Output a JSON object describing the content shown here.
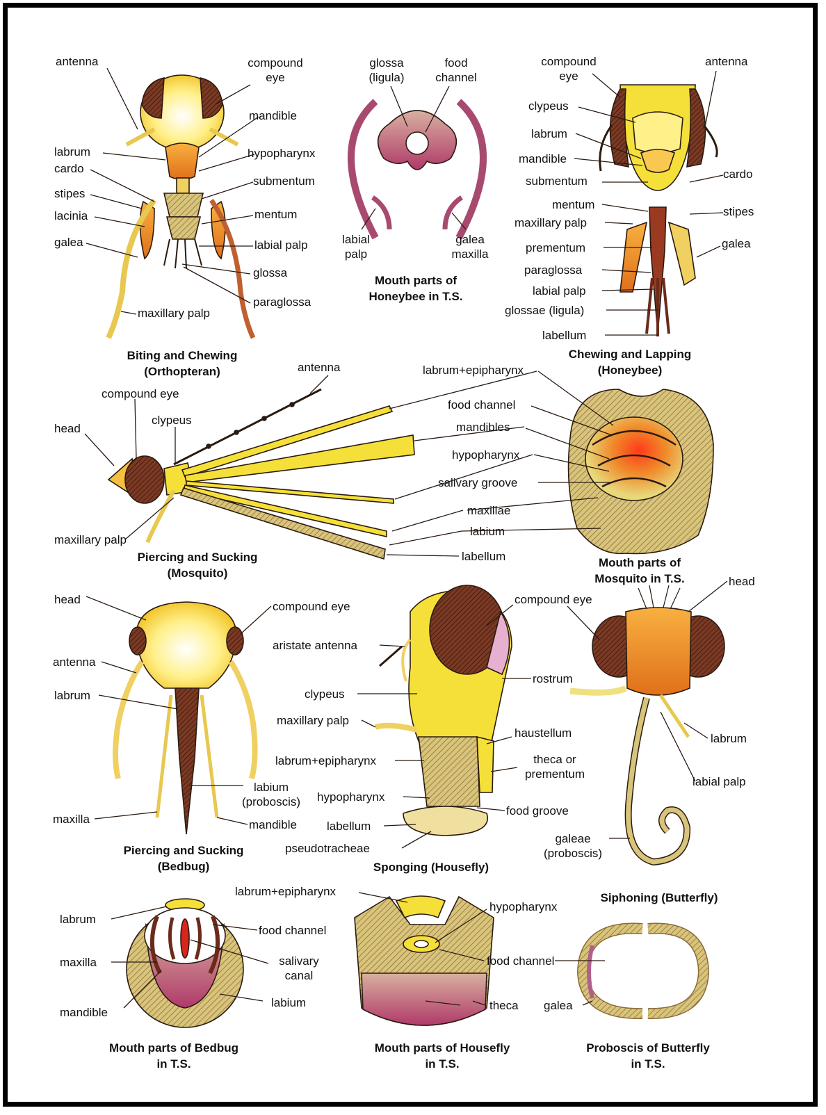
{
  "colors": {
    "yellow": "#f5e03a",
    "pale": "#fff6b0",
    "orange": "#e8882a",
    "brown": "#6b2a1a",
    "red": "#d9261c",
    "purple": "#b0608c",
    "outline": "#2a1a10"
  },
  "panels": {
    "orthopteran": {
      "caption": "Biting and Chewing\n(Orthopteran)",
      "labels": {
        "antenna": "antenna",
        "compound_eye": "compound\neye",
        "mandible": "mandible",
        "labrum": "labrum",
        "hypopharynx": "hypopharynx",
        "cardo": "cardo",
        "submentum": "submentum",
        "stipes": "stipes",
        "lacinia": "lacinia",
        "mentum": "mentum",
        "galea": "galea",
        "labial_palp": "labial palp",
        "glossa": "glossa",
        "paraglossa": "paraglossa",
        "maxillary_palp": "maxillary palp"
      }
    },
    "honeybee_ts": {
      "caption": "Mouth parts of\nHoneybee in T.S.",
      "labels": {
        "glossa": "glossa\n(ligula)",
        "food_channel": "food\nchannel",
        "labial_palp": "labial\npalp",
        "galea_maxilla": "galea\nmaxilla"
      }
    },
    "honeybee": {
      "caption": "Chewing and Lapping\n(Honeybee)",
      "labels": {
        "compound_eye": "compound\neye",
        "antenna": "antenna",
        "clypeus": "clypeus",
        "labrum": "labrum",
        "mandible": "mandible",
        "submentum": "submentum",
        "cardo": "cardo",
        "mentum": "mentum",
        "stipes": "stipes",
        "maxillary_palp": "maxillary palp",
        "galea": "galea",
        "prementum": "prementum",
        "paraglossa": "paraglossa",
        "labial_palp": "labial palp",
        "glossae": "glossae (ligula)",
        "labellum": "labellum"
      }
    },
    "mosquito": {
      "caption": "Piercing and Sucking\n(Mosquito)",
      "labels": {
        "antenna": "antenna",
        "compound_eye": "compound eye",
        "clypeus": "clypeus",
        "head": "head",
        "maxillary_palp": "maxillary palp",
        "labrum_epipharynx": "labrum+epipharynx",
        "food_channel": "food channel",
        "mandibles": "mandibles",
        "hypopharynx": "hypopharynx",
        "salivary_groove": "salivary groove",
        "maxillae": "maxillae",
        "labium": "labium",
        "labellum": "labellum"
      }
    },
    "mosquito_ts": {
      "caption": "Mouth parts of\nMosquito in T.S."
    },
    "bedbug": {
      "caption": "Piercing and Sucking\n(Bedbug)",
      "labels": {
        "head": "head",
        "compound_eye": "compound eye",
        "antenna": "antenna",
        "labrum": "labrum",
        "labium": "labium\n(proboscis)",
        "maxilla": "maxilla",
        "mandible": "mandible"
      }
    },
    "housefly": {
      "caption": "Sponging (Housefly)",
      "labels": {
        "compound_eye": "compound eye",
        "aristate_antenna": "aristate antenna",
        "rostrum": "rostrum",
        "clypeus": "clypeus",
        "maxillary_palp": "maxillary palp",
        "haustellum": "haustellum",
        "labrum_epipharynx": "labrum+epipharynx",
        "theca": "theca or\nprementum",
        "hypopharynx": "hypopharynx",
        "food_groove": "food groove",
        "labellum": "labellum",
        "pseudotracheae": "pseudotracheae"
      }
    },
    "butterfly": {
      "caption": "Siphoning (Butterfly)",
      "labels": {
        "head": "head",
        "labrum": "labrum",
        "labial_palp": "labial palp",
        "galeae": "galeae\n(proboscis)"
      }
    },
    "bedbug_ts": {
      "caption": "Mouth parts of Bedbug\nin T.S.",
      "labels": {
        "labrum": "labrum",
        "food_channel": "food channel",
        "maxilla": "maxilla",
        "salivary_canal": "salivary\ncanal",
        "mandible": "mandible",
        "labium": "labium"
      }
    },
    "housefly_ts": {
      "caption": "Mouth parts of Housefly\nin T.S.",
      "labels": {
        "labrum_epipharynx": "labrum+epipharynx",
        "hypopharynx": "hypopharynx",
        "food_channel": "food channel",
        "theca": "theca"
      }
    },
    "butterfly_ts": {
      "caption": "Proboscis of Butterfly\nin T.S.",
      "labels": {
        "galea": "galea"
      }
    }
  }
}
